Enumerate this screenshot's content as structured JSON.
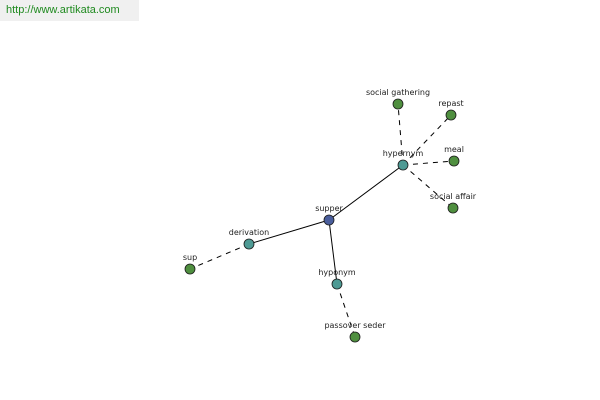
{
  "watermark": {
    "text": "http://www.artikata.com"
  },
  "colors": {
    "center": "#4a5e9c",
    "relation": "#4e9a94",
    "leaf": "#4f8f3f"
  },
  "graph": {
    "nodes": [
      {
        "id": "supper",
        "label": "supper",
        "kind": "center"
      },
      {
        "id": "hypernym",
        "label": "hypernym",
        "kind": "relation"
      },
      {
        "id": "derivation",
        "label": "derivation",
        "kind": "relation"
      },
      {
        "id": "hyponym",
        "label": "hyponym",
        "kind": "relation"
      },
      {
        "id": "social-gathering",
        "label": "social gathering",
        "kind": "leaf"
      },
      {
        "id": "repast",
        "label": "repast",
        "kind": "leaf"
      },
      {
        "id": "meal",
        "label": "meal",
        "kind": "leaf"
      },
      {
        "id": "social-affair",
        "label": "social affair",
        "kind": "leaf"
      },
      {
        "id": "sup",
        "label": "sup",
        "kind": "leaf"
      },
      {
        "id": "passover-seder",
        "label": "passover seder",
        "kind": "leaf"
      }
    ],
    "edges": [
      {
        "from": "supper",
        "to": "hypernym",
        "style": "solid"
      },
      {
        "from": "supper",
        "to": "derivation",
        "style": "solid"
      },
      {
        "from": "supper",
        "to": "hyponym",
        "style": "solid"
      },
      {
        "from": "hypernym",
        "to": "social-gathering",
        "style": "dashed"
      },
      {
        "from": "hypernym",
        "to": "repast",
        "style": "dashed"
      },
      {
        "from": "hypernym",
        "to": "meal",
        "style": "dashed"
      },
      {
        "from": "hypernym",
        "to": "social-affair",
        "style": "dashed"
      },
      {
        "from": "derivation",
        "to": "sup",
        "style": "dashed"
      },
      {
        "from": "hyponym",
        "to": "passover-seder",
        "style": "dashed"
      }
    ]
  }
}
